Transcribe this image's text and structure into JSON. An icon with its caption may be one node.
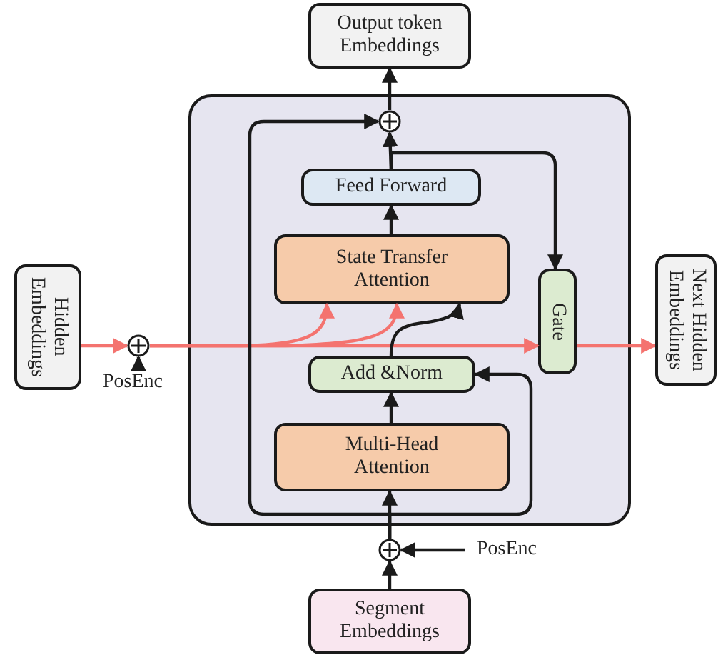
{
  "diagram": {
    "nodes": [
      {
        "text": [
          "Output token Embeddings"
        ]
      },
      {
        "text": [
          "Hidden Embeddings"
        ]
      },
      {
        "text": [
          "Next Hidden Embeddings"
        ]
      },
      {
        "text": [
          "Segment Embeddings"
        ]
      },
      {
        "text": [],
        "shape": "box"
      },
      {
        "text": [
          "Feed Forward"
        ],
        "in": 4
      },
      {
        "text": [
          "State Transfer Attention"
        ],
        "in": 4
      },
      {
        "text": [
          "Gate"
        ],
        "in": 4
      },
      {
        "text": [
          "Add &Norm"
        ],
        "in": 4
      },
      {
        "text": [
          "Multi-Head Attention"
        ],
        "in": 4
      },
      {
        "text": [],
        "shape": "circle",
        "in": 4
      },
      {
        "text": [],
        "shape": "circle"
      },
      {
        "text": [],
        "shape": "circle"
      },
      {
        "text": [
          "PosEnc"
        ]
      },
      {
        "text": [
          "PosEnc"
        ]
      }
    ],
    "edges": [
      {
        "from": 1,
        "to": 11,
        "arrow": "to",
        "color": "#f4736f"
      },
      {
        "from": 13,
        "to": 11,
        "arrow": "to"
      },
      {
        "from": 11,
        "to": 6,
        "arrow": "to",
        "color": "#f4736f"
      },
      {
        "from": 11,
        "to": 6,
        "arrow": "to",
        "color": "#f4736f"
      },
      {
        "from": 11,
        "to": 7,
        "arrow": "to",
        "color": "#f4736f"
      },
      {
        "from": 7,
        "to": 2,
        "arrow": "to",
        "color": "#f4736f"
      },
      {
        "from": 3,
        "to": 12,
        "arrow": "to"
      },
      {
        "from": 14,
        "to": 12,
        "arrow": "to"
      },
      {
        "from": 12,
        "to": 9,
        "arrow": "to"
      },
      {
        "from": 12,
        "to": 8,
        "arrow": "to"
      },
      {
        "from": 12,
        "to": 10,
        "arrow": "to"
      },
      {
        "from": 9,
        "to": 8,
        "arrow": "to"
      },
      {
        "from": 8,
        "to": 6,
        "arrow": "to"
      },
      {
        "from": 6,
        "to": 5,
        "arrow": "to"
      },
      {
        "from": 5,
        "to": 10,
        "arrow": "to"
      },
      {
        "from": 5,
        "to": 7,
        "arrow": "to"
      },
      {
        "from": 10,
        "to": 0,
        "arrow": "to"
      }
    ]
  }
}
